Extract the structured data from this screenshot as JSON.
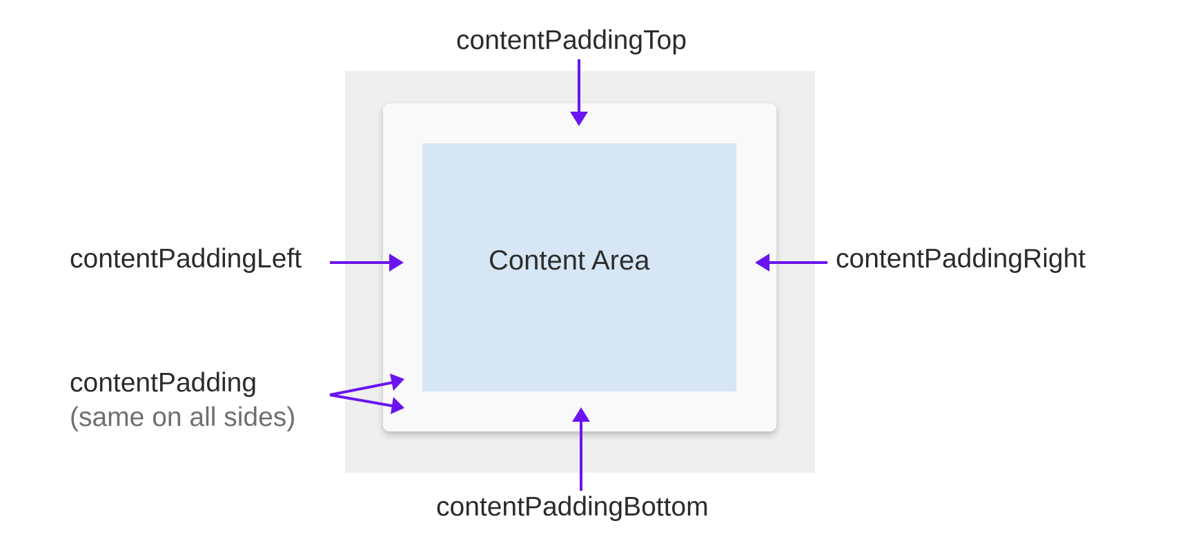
{
  "labels": {
    "top": "contentPaddingTop",
    "bottom": "contentPaddingBottom",
    "left": "contentPaddingLeft",
    "right": "contentPaddingRight",
    "padding": "contentPadding",
    "padding_note": "(same on all sides)",
    "content": "Content Area"
  },
  "colors": {
    "outer_background": "#efefef",
    "card_background": "#f9f9f9",
    "content_area": "#d6e6f4",
    "arrow": "#6a14f0",
    "text": "#2b2b2b",
    "note_text": "#6f6f6f"
  }
}
